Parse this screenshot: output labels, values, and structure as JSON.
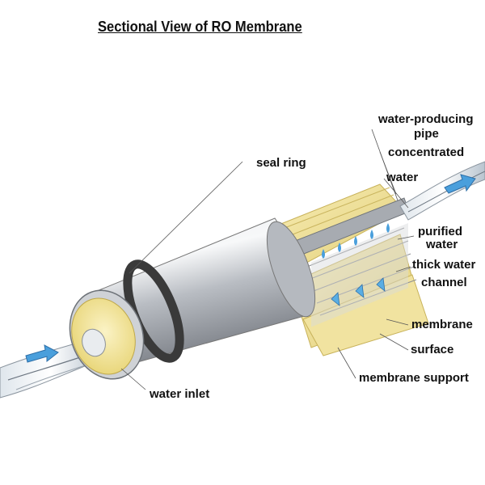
{
  "title": "Sectional View of RO Membrane",
  "labels": {
    "water_producing_pipe_line1": "water-producing",
    "water_producing_pipe_line2": "pipe",
    "concentrated_water_line1": "concentrated",
    "concentrated_water_line2": "water",
    "seal_ring": "seal ring",
    "purified_water_line1": "purified",
    "purified_water_line2": "water",
    "thick_water_channel_line1": "thick water",
    "thick_water_channel_line2": "channel",
    "membrane_surface_line1": "membrane",
    "membrane_surface_line2": "surface",
    "membrane_support": "membrane support",
    "water_inlet": "water inlet"
  },
  "colors": {
    "membrane_yellow": "#f3e59c",
    "cylinder_silver": "#c9ccd1",
    "seal_ring_dark": "#3a3a3a",
    "flow_arrow_blue": "#4a9fdc"
  }
}
